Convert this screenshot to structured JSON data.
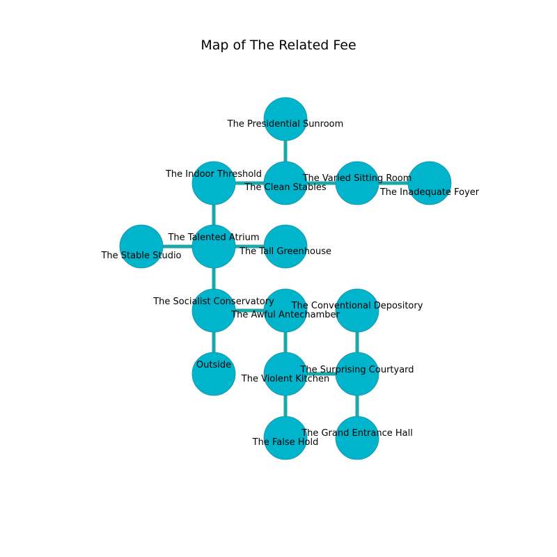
{
  "title": "Map of The Related Fee",
  "colors": {
    "node_fill": "#00b4cc",
    "node_stroke": "#1a8fa0",
    "edge": "#1aa8a8"
  },
  "rooms": [
    {
      "id": "presidential-sunroom",
      "label": "The Presidential Sunroom"
    },
    {
      "id": "indoor-threshold",
      "label": "The Indoor Threshold"
    },
    {
      "id": "clean-stables",
      "label": "The Clean Stables"
    },
    {
      "id": "varied-sitting-room",
      "label": "The Varied Sitting Room"
    },
    {
      "id": "inadequate-foyer",
      "label": "The Inadequate Foyer"
    },
    {
      "id": "stable-studio",
      "label": "The Stable Studio"
    },
    {
      "id": "talented-atrium",
      "label": "The Talented Atrium"
    },
    {
      "id": "tall-greenhouse",
      "label": "The Tall Greenhouse"
    },
    {
      "id": "socialist-conservatory",
      "label": "The Socialist Conservatory"
    },
    {
      "id": "awful-antechamber",
      "label": "The Awful Antechamber"
    },
    {
      "id": "conventional-depository",
      "label": "The Conventional Depository"
    },
    {
      "id": "outside",
      "label": "Outside"
    },
    {
      "id": "violent-kitchen",
      "label": "The Violent Kitchen"
    },
    {
      "id": "surprising-courtyard",
      "label": "The Surprising Courtyard"
    },
    {
      "id": "false-hold",
      "label": "The False Hold"
    },
    {
      "id": "grand-entrance-hall",
      "label": "The Grand Entrance Hall"
    }
  ],
  "connections": [
    [
      "presidential-sunroom",
      "clean-stables"
    ],
    [
      "indoor-threshold",
      "clean-stables"
    ],
    [
      "clean-stables",
      "varied-sitting-room"
    ],
    [
      "varied-sitting-room",
      "inadequate-foyer"
    ],
    [
      "indoor-threshold",
      "talented-atrium"
    ],
    [
      "stable-studio",
      "talented-atrium"
    ],
    [
      "talented-atrium",
      "tall-greenhouse"
    ],
    [
      "talented-atrium",
      "socialist-conservatory"
    ],
    [
      "socialist-conservatory",
      "awful-antechamber"
    ],
    [
      "socialist-conservatory",
      "outside"
    ],
    [
      "awful-antechamber",
      "violent-kitchen"
    ],
    [
      "conventional-depository",
      "surprising-courtyard"
    ],
    [
      "violent-kitchen",
      "surprising-courtyard"
    ],
    [
      "violent-kitchen",
      "false-hold"
    ],
    [
      "surprising-courtyard",
      "grand-entrance-hall"
    ]
  ]
}
